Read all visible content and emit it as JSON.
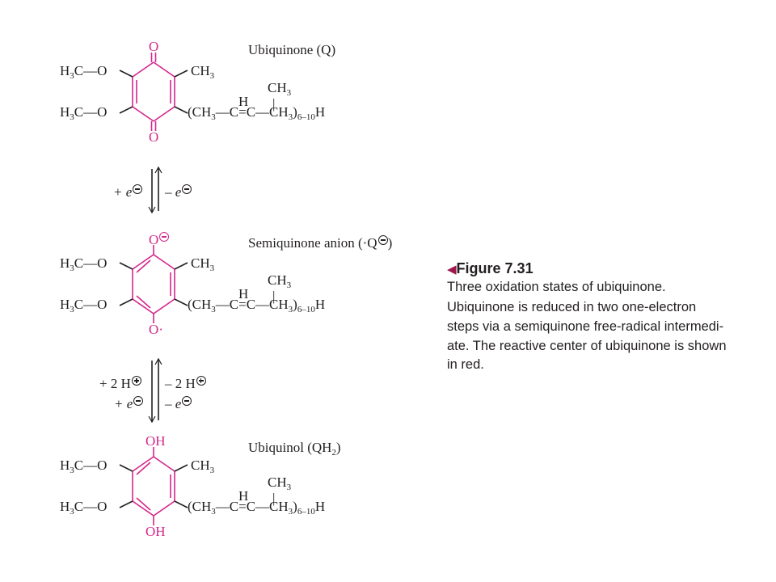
{
  "structures": [
    {
      "name": "Ubiquinone (Q)",
      "top_substituent": "O",
      "bottom_substituent": "O",
      "methyl": "CH",
      "methyl_sub": "3",
      "methoxy_left": "H",
      "methoxy_sub": "3",
      "methoxy_right": "C—O",
      "chain_ch3": "CH",
      "chain_h": "H",
      "chain_bar": "|",
      "chain_start": "(CH",
      "chain_mid": "—C=C—CH",
      "chain_end": ")",
      "chain_repeat": "6–10",
      "chain_h_end": "H"
    },
    {
      "name_prefix": "Semiquinone anion (·Q",
      "name_suffix": ")",
      "top_substituent": "O",
      "bottom_substituent": "O·",
      "methyl": "CH",
      "methyl_sub": "3",
      "methoxy_left": "H",
      "methoxy_sub": "3",
      "methoxy_right": "C—O",
      "chain_ch3": "CH",
      "chain_h": "H",
      "chain_bar": "|",
      "chain_start": "(CH",
      "chain_mid": "—C=C—CH",
      "chain_end": ")",
      "chain_repeat": "6–10",
      "chain_h_end": "H"
    },
    {
      "name": "Ubiquinol (QH",
      "name_sub": "2",
      "name_suffix": ")",
      "top_substituent": "OH",
      "bottom_substituent": "OH",
      "methyl": "CH",
      "methyl_sub": "3",
      "methoxy_left": "H",
      "methoxy_sub": "3",
      "methoxy_right": "C—O",
      "chain_ch3": "CH",
      "chain_h": "H",
      "chain_bar": "|",
      "chain_start": "(CH",
      "chain_mid": "—C=C—CH",
      "chain_end": ")",
      "chain_repeat": "6–10",
      "chain_h_end": "H"
    }
  ],
  "arrows": [
    {
      "left_electron": "+ e",
      "right_electron": "– e"
    },
    {
      "left_proton": "+ 2 H",
      "right_proton": "– 2 H",
      "left_electron": "+ e",
      "right_electron": "– e"
    }
  ],
  "caption": {
    "marker": "◀",
    "title": "Figure 7.31",
    "lines": [
      "Three oxidation states of ubiquinone.",
      "Ubiquinone is reduced in two one-electron",
      "steps via a semiquinone free-radical intermedi-",
      "ate. The reactive center of ubiquinone is shown",
      "in red."
    ]
  },
  "colors": {
    "reactive_center": "#d4268c",
    "text": "#231f20",
    "figure_marker": "#a0174e"
  }
}
